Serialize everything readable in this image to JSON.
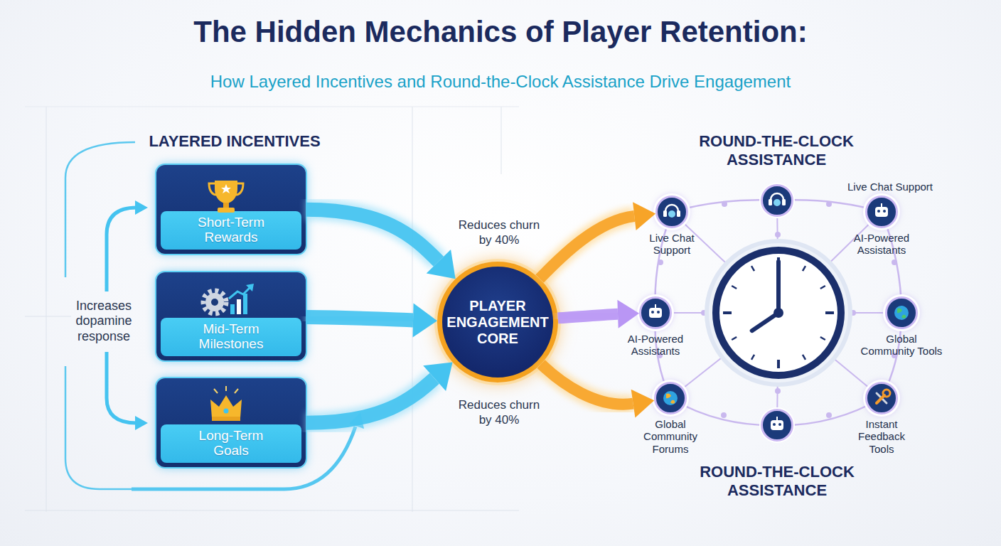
{
  "diagram": {
    "title": "The Hidden Mechanics of Player Retention:",
    "nodes": [
      {
        "text": [
          "Short-Term Rewards"
        ]
      },
      {
        "text": [
          "Mid-Term Milestones"
        ]
      },
      {
        "text": [
          "Long-Term Goals"
        ]
      },
      {
        "text": [
          "PLAYER ENGAGEMENT CORE"
        ]
      },
      {
        "text": [
          "Live Chat Support"
        ]
      },
      {
        "text": [
          "AI-Powered Assistants"
        ]
      },
      {
        "text": [
          "AI-Powered Assistants"
        ]
      },
      {
        "text": [
          "Global Community Tools"
        ]
      },
      {
        "text": [
          "Global Community Forums"
        ]
      },
      {
        "text": [
          "Instant Feedback Tools"
        ]
      }
    ],
    "edges": [
      {
        "from": 0,
        "to": 3,
        "arrow": "to"
      },
      {
        "from": 1,
        "to": 3,
        "arrow": "to"
      },
      {
        "from": 2,
        "to": 3,
        "arrow": "to"
      },
      {
        "from": 3,
        "to": 4,
        "arrow": "to"
      },
      {
        "from": 3,
        "to": 6,
        "arrow": "to"
      },
      {
        "from": 3,
        "to": 8,
        "arrow": "to"
      }
    ],
    "labels": [
      "How Layered Incentives and Round-the-Clock Assistance Drive Engagement",
      "LAYERED INCENTIVES",
      "Increases dopamine response",
      "Reduces churn by 40%",
      "Reduces churn by 40%",
      "ROUND-THE-CLOCK ASSISTANCE",
      "Live Chat Support",
      "ROUND-THE-CLOCK ASSISTANCE"
    ]
  }
}
